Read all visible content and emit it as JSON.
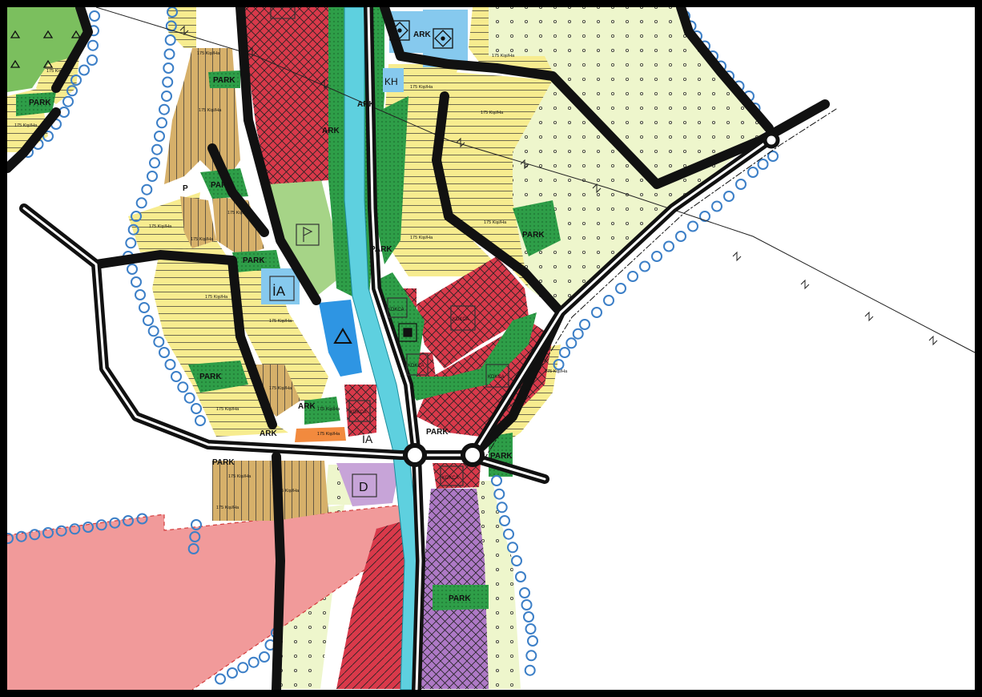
{
  "map": {
    "zones": {
      "park": "PARK",
      "density": "175 Kişi/Ha",
      "commercial_housing": "KDKCA",
      "kh": "KH",
      "ia": "İA",
      "d": "D",
      "partial_ark": "ARK",
      "partial_ark2": "ARK",
      "partial_ark3": "ARK",
      "partial_ark4": "ARK",
      "partial_ark5": "ARK",
      "partial_ia": "İA",
      "partial_p": "P"
    },
    "colors": {
      "residential": "#f7ec8f",
      "residential_dense": "#d6b06a",
      "commercial": "#d9394a",
      "park": "#2e9e48",
      "green_area": "#a6d487",
      "light_green": "#eef6cc",
      "water": "#5ed0df",
      "education": "#86c9ee",
      "facility_blue": "#2e95e3",
      "orange": "#f28a3e",
      "purple": "#ae79c6",
      "pink_zone": "#f19a9a",
      "road": "#111111",
      "service_circle": "#3c7fc7"
    },
    "icons": [
      "triangle-icon",
      "flag-icon",
      "diamond-icon",
      "dotted-pattern"
    ]
  }
}
